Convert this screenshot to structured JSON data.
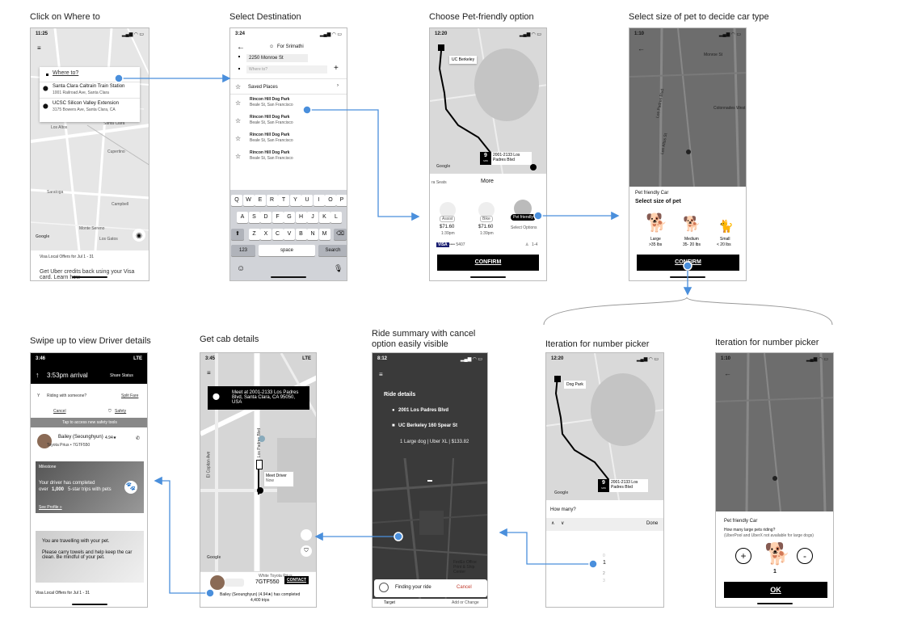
{
  "captions": {
    "s1": "Click on Where to",
    "s2": "Select Destination",
    "s3": "Choose Pet-friendly option",
    "s4": "Select size of pet to decide car type",
    "s5": "Swipe up to view Driver details",
    "s6": "Get cab details",
    "s7": "Ride summary with cancel option easily visible",
    "s8": "Iteration for number picker",
    "s9": "Iteration for number picker"
  },
  "screen1": {
    "time": "11:25",
    "search_label": "Where to?",
    "places": [
      {
        "name": "Santa Clara Caltrain Train Station",
        "addr": "1001 Railroad Ave, Santa Clara"
      },
      {
        "name": "UCSC Silicon Valley Extension",
        "addr": "3175 Bowers Ave, Santa Clara, CA"
      }
    ],
    "map_labels": [
      "Cupertino",
      "Monte Sereno",
      "Los Gatos",
      "Campbell",
      "Saratoga",
      "Santa Clara",
      "Los Altos"
    ],
    "google": "Google",
    "offer_title": "Visa Local Offers for Jul 1 - 31",
    "offer_body": "Get Uber credits back using your Visa card. Learn how"
  },
  "screen2": {
    "time": "3:24",
    "for_label": "For Srimathi",
    "from_value": "2250 Monroe St",
    "to_placeholder": "Where to?",
    "saved_places": "Saved Places",
    "results": [
      {
        "name": "Rincon Hill Dog Park",
        "addr": "Beale St, San Francisco"
      },
      {
        "name": "Rincon Hill Dog Park",
        "addr": "Beale St, San Francisco"
      },
      {
        "name": "Rincon Hill Dog Park",
        "addr": "Beale St, San Francisco"
      },
      {
        "name": "Rincon Hill Dog Park",
        "addr": "Beale St, San Francisco"
      }
    ],
    "keys_row1": [
      "Q",
      "W",
      "E",
      "R",
      "T",
      "Y",
      "U",
      "I",
      "O",
      "P"
    ],
    "keys_row2": [
      "A",
      "S",
      "D",
      "F",
      "G",
      "H",
      "J",
      "K",
      "L"
    ],
    "keys_row3": [
      "Z",
      "X",
      "C",
      "V",
      "B",
      "N",
      "M"
    ],
    "key_123": "123",
    "key_space": "space",
    "key_search": "Search"
  },
  "screen3": {
    "time": "12:20",
    "origin_label": "UC Berkeley",
    "eta_num": "9",
    "eta_unit": "MIN",
    "dest_label": "2001-2133 Los Padres Blvd",
    "google": "Google",
    "seats_label": "ra Seats",
    "more_label": "More",
    "options": [
      {
        "name": "Assist",
        "price": "$71.60",
        "time": "1:39pm"
      },
      {
        "name": "Bike",
        "price": "$71.60",
        "time": "1:39pm"
      },
      {
        "name": "Pet friendly",
        "price": "",
        "time": "Select Options"
      }
    ],
    "card_brand": "VISA",
    "card_num": "•••• 5407",
    "seats": "1-4",
    "confirm": "CONFIRM"
  },
  "screen4": {
    "time": "1:10",
    "title": "Pet friendly Car",
    "subtitle": "Select size of pet",
    "sizes": [
      {
        "name": "Large",
        "range": ">35 lbs"
      },
      {
        "name": "Medium",
        "range": "35- 20 lbs"
      },
      {
        "name": "Small",
        "range": "< 20 lbs"
      }
    ],
    "map_labels": [
      "Monroe St",
      "Los Padres Blvd",
      "Colonnades West",
      "Los Altos St"
    ],
    "confirm": "CONFIRM"
  },
  "screen5": {
    "time": "3:46",
    "network": "LTE",
    "arrival": "3:53pm arrival",
    "share": "Share Status",
    "riding_q": "Riding with someone?",
    "split": "Split Fare",
    "cancel": "Cancel",
    "safety": "Safety",
    "safety_banner": "Tap to access new safety tools",
    "driver_name": "Bailey (Seounghyun)",
    "driver_rating": "4.94★",
    "car": "Toyota Prius • 7GTF550",
    "milestone": "Milestone",
    "milestone_text_1": "Your driver has completed",
    "milestone_text_2": "over",
    "milestone_count": "1,000",
    "milestone_text_3": "5-star trips with pets",
    "see_profile": "See Profile »",
    "pet_msg_1": "You are travelling with your pet.",
    "pet_msg_2": "Please carry towels and help keep the car clean. Be mindful of your pet.",
    "offer": "Visa Local Offers for Jul 1 - 31"
  },
  "screen6": {
    "time": "3:45",
    "network": "LTE",
    "meet_at": "Meet at 2001-2133 Los Padres Blvd, Santa Clara, CA 95050, USA",
    "meet_driver": "Meet Driver",
    "now": "Now",
    "street1": "Los Padres Blvd",
    "street2": "El Capitan Ave",
    "google": "Google",
    "car_model": "White Toyota Prius",
    "plate": "7GTF550",
    "contact": "CONTACT",
    "driver_line": "Bailey (Seounghyun) (4.94★) has completed",
    "trips": "4,400 trips"
  },
  "screen7": {
    "time": "8:12",
    "ride_details": "Ride details",
    "from": "2001 Los Padres Blvd",
    "to": "UC Berkeley 160 Spear St",
    "summary": "1 Large dog | Uber XL | $133.82",
    "finding": "Finding your ride",
    "cancel": "Cancel",
    "target": "Target",
    "add_change": "Add or Change",
    "map_labels": [
      "FedEx Office Print & Ship Center"
    ]
  },
  "screen8": {
    "time": "12:20",
    "origin_label": "Dog Park",
    "eta_num": "9",
    "eta_unit": "MIN",
    "dest_label": "2001-2133 Los Padres Blvd",
    "google": "Google",
    "how_many": "How many?",
    "done": "Done",
    "picker": [
      "0",
      "1",
      "2",
      "3"
    ]
  },
  "screen9": {
    "time": "1:10",
    "title": "Pet friendly Car",
    "question": "How many large pets riding?",
    "note": "(UberPool and UberX not available for large dogs)",
    "count": "1",
    "plus": "+",
    "minus": "-",
    "ok": "OK"
  },
  "colors": {
    "accent": "#4a8fdc",
    "map": "#d9d9d9",
    "dark_map": "#3a3a3a",
    "black": "#000000"
  }
}
